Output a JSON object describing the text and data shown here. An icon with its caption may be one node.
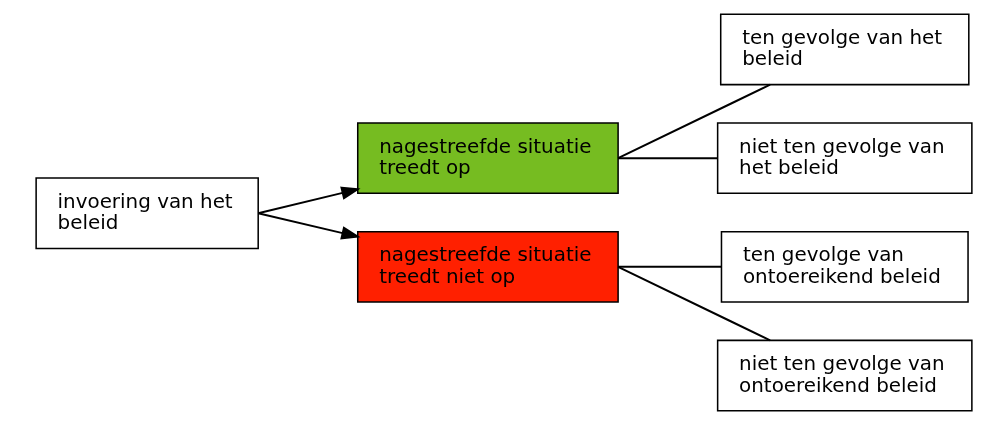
{
  "diagram": {
    "nodes": [
      {
        "text": [
          "invoering van het beleid"
        ]
      },
      {
        "text": [
          "nagestreefde situatie treedt op"
        ]
      },
      {
        "text": [
          "nagestreefde situatie treedt niet op"
        ]
      },
      {
        "text": [
          "ten gevolge van het beleid"
        ]
      },
      {
        "text": [
          "niet ten gevolge van het beleid"
        ]
      },
      {
        "text": [
          "ten gevolge van ontoereikend beleid"
        ]
      },
      {
        "text": [
          "niet ten gevolge van ontoereikend beleid"
        ]
      }
    ],
    "edges": [
      {
        "from": 0,
        "to": 1,
        "arrow": "to"
      },
      {
        "from": 0,
        "to": 2,
        "arrow": "to"
      },
      {
        "from": 1,
        "to": 3,
        "arrow": "none"
      },
      {
        "from": 1,
        "to": 4,
        "arrow": "none"
      },
      {
        "from": 2,
        "to": 5,
        "arrow": "none"
      },
      {
        "from": 2,
        "to": 6,
        "arrow": "none"
      }
    ]
  }
}
